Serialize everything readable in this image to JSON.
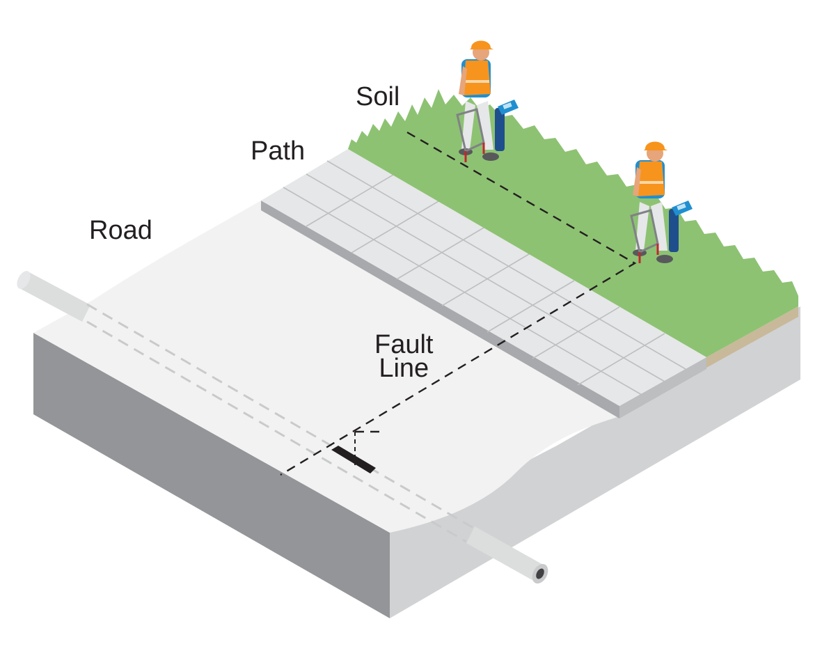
{
  "labels": {
    "road": "Road",
    "path": "Path",
    "soil": "Soil",
    "fault_line_1": "Fault",
    "fault_line_2": "Line"
  },
  "colors": {
    "road_top": "#f2f2f2",
    "road_side_front": "#939598",
    "road_side_right": "#d1d2d4",
    "path_tiles": "#e6e7e8",
    "grass": "#8dc273",
    "soil_edge": "#c8b99a",
    "pipe": "#dcdddd",
    "fault_line": "#231f20",
    "worker_vest": "#f7941d",
    "worker_shirt": "#1f8fd0",
    "worker_pants": "#e6e7e8"
  },
  "icons": [
    "worker-with-ground-probe-icon",
    "handheld-receiver-icon",
    "buried-cable-fault-icon"
  ]
}
